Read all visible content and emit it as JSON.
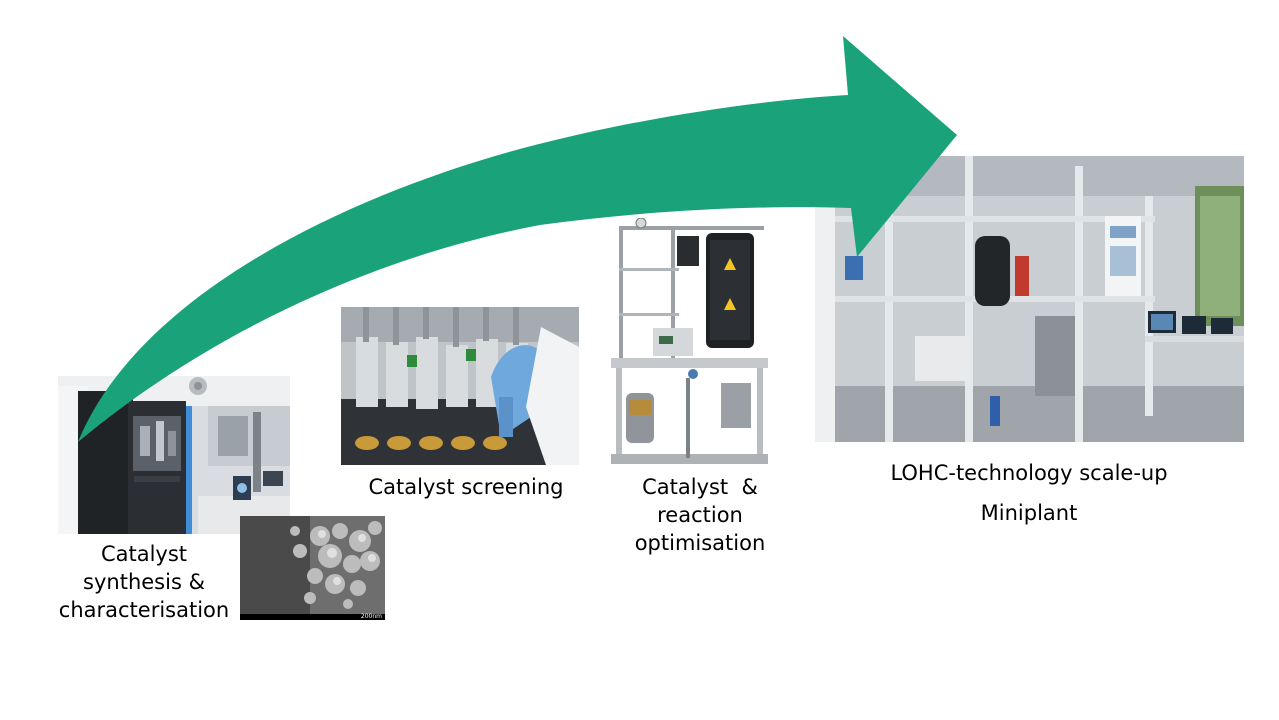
{
  "arrow": {
    "color": "#1aa37a"
  },
  "steps": [
    {
      "id": "synthesis",
      "lines": [
        "Catalyst",
        "synthesis &",
        "characterisation"
      ],
      "image": "lab-instrument-photo"
    },
    {
      "id": "screening",
      "lines": [
        "Catalyst screening"
      ],
      "image": "reactor-array-photo"
    },
    {
      "id": "optimisation",
      "lines": [
        "Catalyst  &",
        "reaction",
        "optimisation"
      ],
      "image": "reaction-rig-photo"
    },
    {
      "id": "scaleup",
      "lines": [
        "LOHC-technology scale-up",
        "Miniplant"
      ],
      "image": "miniplant-photo"
    }
  ],
  "micrograph": {
    "image": "sem-micrograph-photo",
    "scale_label": "200nm"
  }
}
